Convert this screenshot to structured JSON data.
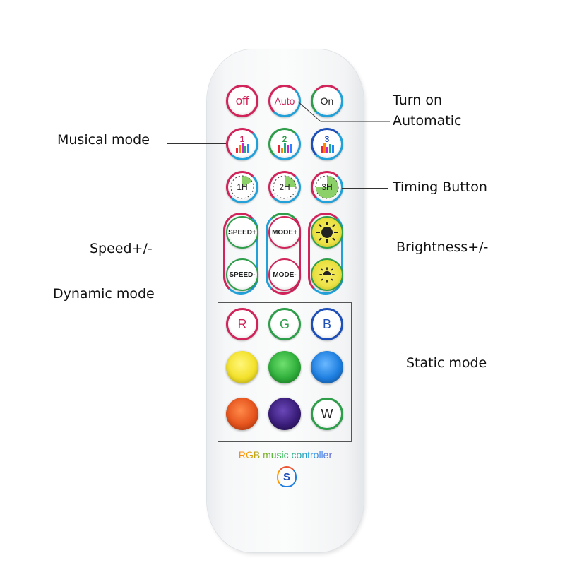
{
  "labels": {
    "turn_on": "Turn on",
    "automatic": "Automatic",
    "musical_mode": "Musical mode",
    "timing_button": "Timing Button",
    "speed": "Speed+/-",
    "brightness": "Brightness+/-",
    "dynamic_mode": "Dynamic mode",
    "static_mode": "Static mode"
  },
  "buttons": {
    "off": "off",
    "auto": "Auto",
    "on": "On",
    "music1": "1",
    "music2": "2",
    "music3": "3",
    "timer1": "1H",
    "timer2": "2H",
    "timer3": "3H",
    "speed_up": "SPEED+",
    "speed_down": "SPEED-",
    "mode_up": "MODE+",
    "mode_down": "MODE-",
    "red": "R",
    "green": "G",
    "blue": "B",
    "white": "W"
  },
  "brand": {
    "controller_text": "RGB music controller",
    "logo_letter": "S"
  },
  "colors": {
    "red_ring": "#d0245a",
    "green_ring": "#2e9e4a",
    "blue_ring": "#1e4fb8",
    "yellow": "#f3e12b",
    "green": "#2fae3b",
    "blue": "#1e7fe0",
    "orange": "#e5531c",
    "indigo": "#3a1d7a"
  }
}
